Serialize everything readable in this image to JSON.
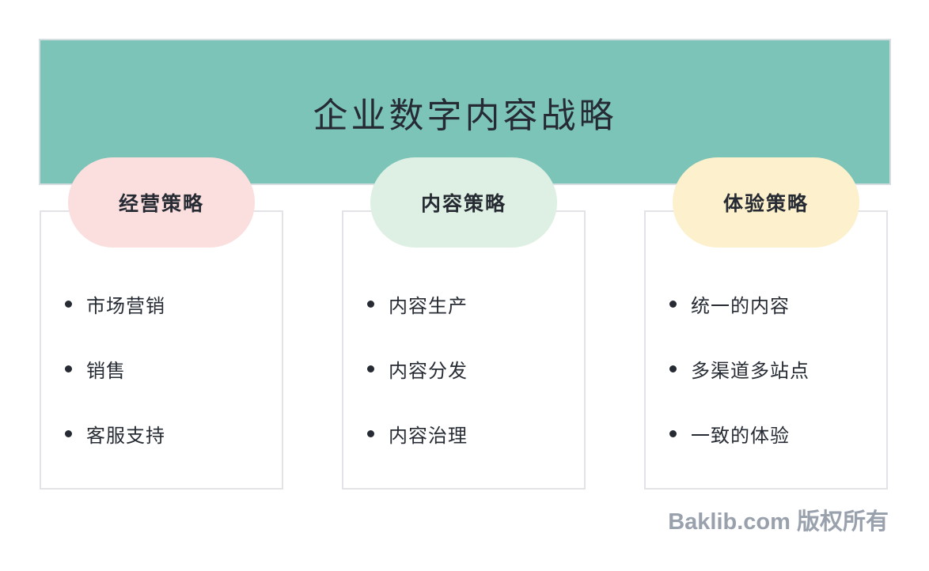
{
  "page": {
    "background_color": "#ffffff",
    "footer_text": "Baklib.com 版权所有",
    "footer_color": "#99a1ad"
  },
  "banner": {
    "title": "企业数字内容战略",
    "background_color": "#7cc4b8",
    "border_color": "#d5dde1",
    "text_color": "#262b33"
  },
  "columns": [
    {
      "header": {
        "label": "经营策略",
        "background_color": "#fbdede"
      },
      "items": [
        "市场营销",
        "销售",
        "客服支持"
      ]
    },
    {
      "header": {
        "label": "内容策略",
        "background_color": "#def0e3"
      },
      "items": [
        "内容生产",
        "内容分发",
        "内容治理"
      ]
    },
    {
      "header": {
        "label": "体验策略",
        "background_color": "#fdf0cc"
      },
      "items": [
        "统一的内容",
        "多渠道多站点",
        "一致的体验"
      ]
    }
  ]
}
